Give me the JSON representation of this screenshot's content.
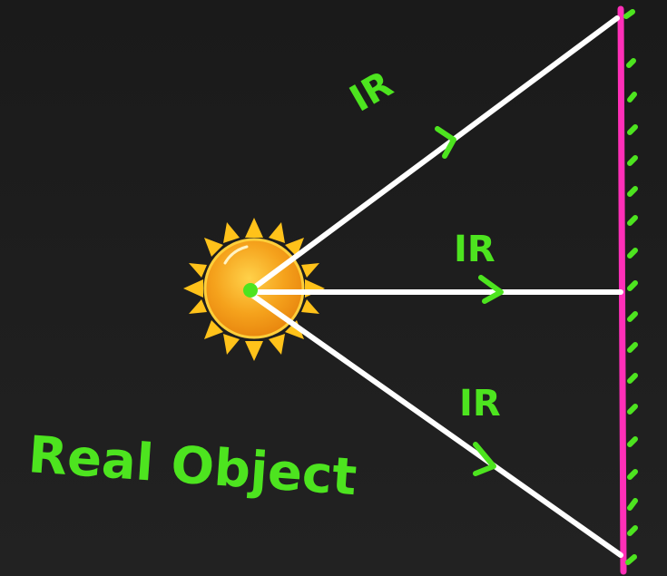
{
  "labels": {
    "ray_top": "IR",
    "ray_middle": "IR",
    "ray_bottom": "IR",
    "object": "Real Object"
  },
  "icons": {
    "source": "sun-icon",
    "mirror": "plane-mirror-icon"
  },
  "colors": {
    "background": "#1f1f1f",
    "ray": "#ffffff",
    "annotation": "#4de41f",
    "mirror": "#ff2fb8",
    "sun_core": "#f5a21c",
    "sun_rays": "#ffc21a"
  }
}
